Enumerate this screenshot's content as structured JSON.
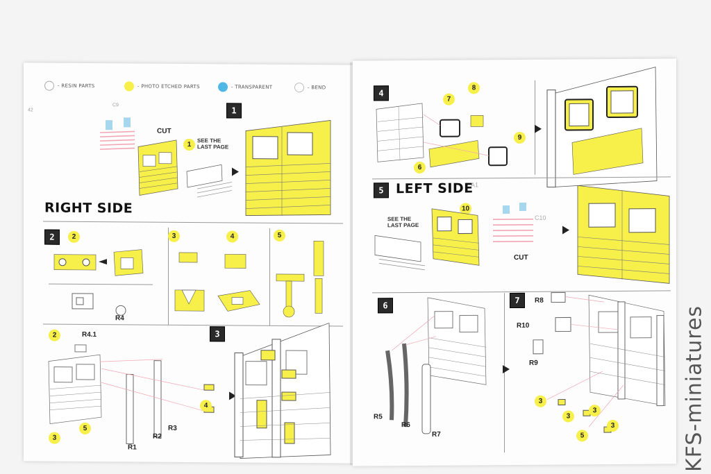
{
  "legend": {
    "resin": "- RESIN PARTS",
    "photo_etched": "- PHOTO ETCHED PARTS",
    "transparent": "- TRANSPARENT",
    "bend": "- BEND"
  },
  "colors": {
    "photo_etched": "#f7ef4a",
    "transparent": "#4fb7e6",
    "resin": "#ffffff",
    "step_box": "#2a2a2a"
  },
  "left_page": {
    "step1": {
      "number": "1",
      "cut_label": "CUT",
      "ref_badge": "1",
      "note": [
        "SEE THE",
        "LAST PAGE"
      ],
      "ref_part": "42",
      "ref_part_b": "C9"
    },
    "heading": "RIGHT SIDE",
    "step2": {
      "number": "2",
      "sub": [
        "2",
        "3",
        "4",
        "5"
      ],
      "resin_part": "R4"
    },
    "step3": {
      "number": "3",
      "parts": [
        "2",
        "R4.1",
        "R1",
        "R2",
        "R3",
        "3",
        "5",
        "4"
      ]
    }
  },
  "right_page": {
    "step4": {
      "number": "4",
      "badges": [
        "7",
        "8",
        "9",
        "6"
      ]
    },
    "step5": {
      "number": "5",
      "heading": "LEFT SIDE",
      "note": [
        "SEE THE",
        "LAST PAGE"
      ],
      "badge": "10",
      "parts": [
        "A1",
        "C10"
      ],
      "cut_label": "CUT"
    },
    "step6": {
      "number": "6",
      "parts": [
        "R5",
        "R6",
        "R7"
      ]
    },
    "step7": {
      "number": "7",
      "parts": [
        "R8",
        "R10",
        "R9"
      ],
      "badges": [
        "3",
        "3",
        "3",
        "5",
        "3"
      ]
    }
  },
  "watermark": "KFS-miniatures"
}
